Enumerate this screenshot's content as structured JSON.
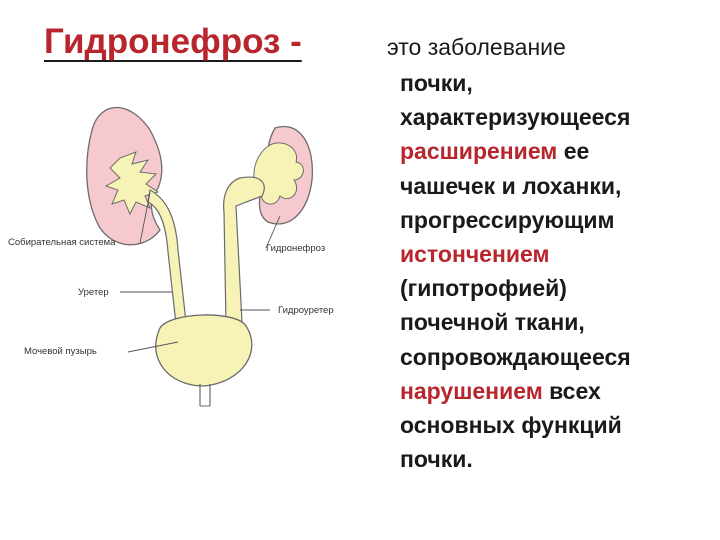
{
  "title": "Гидронефроз -",
  "intro": "это заболевание",
  "definition_parts": [
    {
      "text": "почки,",
      "style": "normal"
    },
    {
      "text": "характеризующееся",
      "style": "normal"
    },
    {
      "text": "расширением",
      "style": "accent"
    },
    {
      "text": " ее",
      "style": "normal"
    },
    {
      "text": "чашечек и лоханки,",
      "style": "normal"
    },
    {
      "text": "прогрессирующим",
      "style": "normal"
    },
    {
      "text": "истончением",
      "style": "accent"
    },
    {
      "text": "(гипотрофией)",
      "style": "normal"
    },
    {
      "text": "почечной ткани,",
      "style": "normal"
    },
    {
      "text": "сопровождающееся",
      "style": "normal"
    },
    {
      "text": "нарушением",
      "style": "accent"
    },
    {
      "text": " всех",
      "style": "normal"
    },
    {
      "text": "основных функций",
      "style": "normal"
    },
    {
      "text": "почки.",
      "style": "normal"
    }
  ],
  "diagram_labels": {
    "collecting_system": "Собирательная система",
    "ureter": "Уретер",
    "bladder": "Мочевой пузырь",
    "hydronephrosis": "Гидронефроз",
    "hydroureter": "Гидроуретер"
  },
  "colors": {
    "accent": "#b9252d",
    "text": "#1a1a1a",
    "kidney_fill": "#f6c9cf",
    "urine_fill": "#f7f3b7",
    "outline": "#6b6b6b"
  }
}
